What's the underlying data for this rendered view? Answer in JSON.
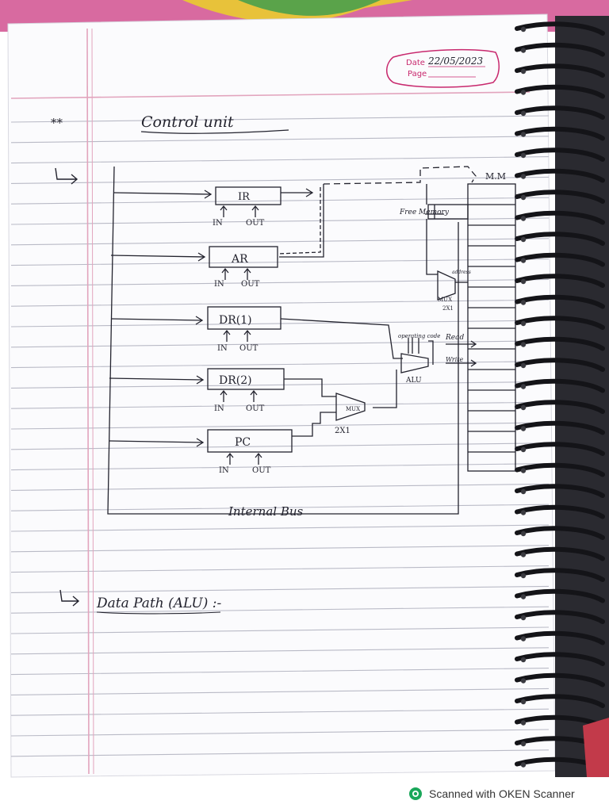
{
  "header": {
    "date_label": "Date",
    "date_value": "22/05/2023",
    "page_label": "Page"
  },
  "notes": {
    "stars": "**",
    "title": "Control unit",
    "section2": "Data Path (ALU) :-"
  },
  "diagram": {
    "registers": [
      {
        "label": "IR",
        "in": "IN",
        "out": "OUT"
      },
      {
        "label": "AR",
        "in": "IN",
        "out": "OUT"
      },
      {
        "label": "DR(1)",
        "in": "IN",
        "out": "OUT"
      },
      {
        "label": "DR(2)",
        "in": "IN",
        "out": "OUT"
      },
      {
        "label": "PC",
        "in": "IN",
        "out": "OUT"
      }
    ],
    "memory_label": "M.M",
    "free_memory": "Free Memory",
    "mux_top": "MUX",
    "mux_top_size": "2X1",
    "address": "address",
    "operating_code": "operating code",
    "alu": "ALU",
    "read": "Read",
    "write": "Write",
    "mux_bottom": "MUX",
    "mux_bottom_size": "2X1",
    "internal_bus": "Internal Bus"
  },
  "footer": {
    "scanner": "Scanned with OKEN Scanner"
  },
  "colors": {
    "paper": "#fbfbfd",
    "rule": "#b9bac6",
    "margin": "#e2a4bd",
    "ink": "#23232e",
    "accent": "#c8296e",
    "scanner_green": "#1aa75a"
  }
}
